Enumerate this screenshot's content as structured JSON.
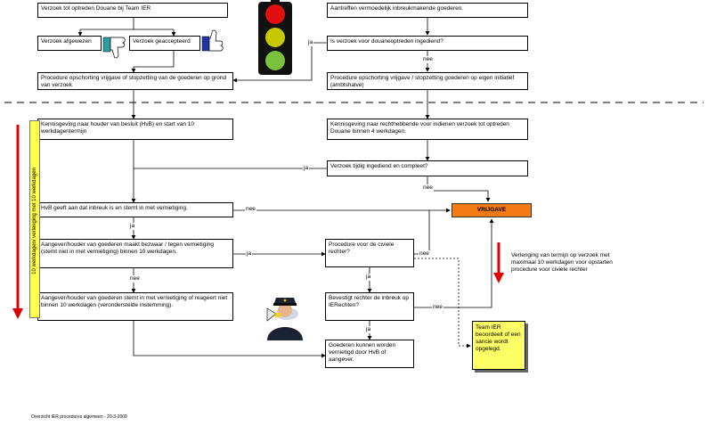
{
  "boxes": {
    "verzoek_douane": "Verzoek tot optreden Douane bij Team IER",
    "afgewezen": "Verzoek afgewezen",
    "geaccepteerd": "Verzoek geaccepteerd",
    "procedure_left": "Procedure opschorting vrijgave of stopzetting van de goederen op grond van verzoek",
    "aantreffen": "Aantreffen vermoedelijk inbreukmakende goederen.",
    "is_verzoek": "Is verzoek voor douaneoptreden ingediend?",
    "procedure_right": "Procedure opschorting vrijgave / stopzetting goederen op eigen initiatief (ambtshalve)",
    "kennisgeving_houder": "Kennisgeving naar houder van besluit (HvB) en start van 10 werkdagentermijn",
    "kennisgeving_recht": "Kennisgeving naar rechthebbende voor indienen verzoek tot optreden Douane binnen 4 werkdagen.",
    "verzoek_tijdig": "Verzoek tijdig ingediend en compleet?",
    "hvb": "HvB geeft aan dat inbreuk is en stemt in met vernietiging.",
    "aangever_bezwaar": "Aangever/houder van goederen maakt bezwaar / tegen vernietiging (stemt niet in met vernietiging) binnen 10 werkdagen.",
    "procedure_civiele": "Procedure voor de civiele rechter?",
    "aangever_stemt": "Aangever/houder van goederen stemt in met vernietiging of reageert niet binnen 10 werkdagen (veronderstelde instemming).",
    "bevestigt": "Bevestigt rechter de inbreuk op IERechten?",
    "goederen_vernietigd": "Goederen kunnen worden vernietigd door HvB of aangever."
  },
  "vrijgave": "VRIJGAVE",
  "yellow_bar_text": "10 werkdagen/ verlenging met 10 werkdagen",
  "labels": {
    "ja": "ja",
    "nee": "nee"
  },
  "note_text": "Verlenging van termijn op verzoek met maximaal 10 werkdagen voor opstarten procedure voor civiele rechter",
  "team_ier": "Team IER beoordeelt of een sancie wordt opgelegd.",
  "footer": "Overzicht IER procedures algemeen - 20-3-2009",
  "colors": {
    "orange": "#f47a14",
    "yellow": "#ffff4d",
    "red": "#e00000",
    "traffic_body": "#111111"
  }
}
